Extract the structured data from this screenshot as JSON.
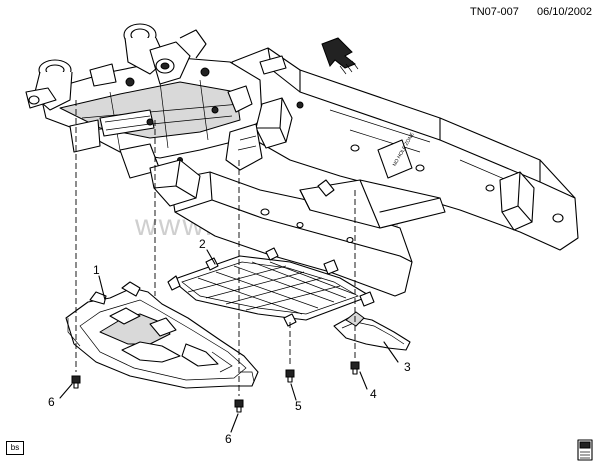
{
  "header": {
    "code": "TN07-007",
    "date": "06/10/2002"
  },
  "watermark": "www.autosklad.ru",
  "labels": {
    "part1": "1",
    "part2": "2",
    "part3": "3",
    "part4": "4",
    "part5": "5",
    "part6_left": "6",
    "part6_bottom": "6"
  },
  "badge": "bs",
  "frame_decal": "NO HOLE ZONE"
}
